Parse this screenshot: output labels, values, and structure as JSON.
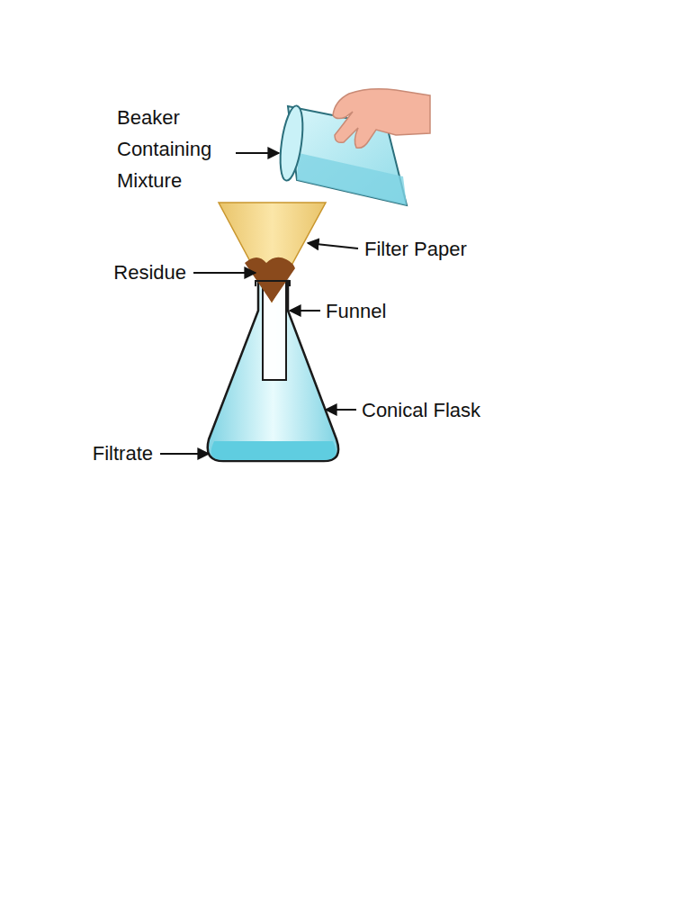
{
  "diagram": {
    "labels": [
      "Beaker Containing Mixture",
      "Filter Paper",
      "Residue",
      "Funnel",
      "Conical Flask",
      "Filtrate"
    ]
  }
}
